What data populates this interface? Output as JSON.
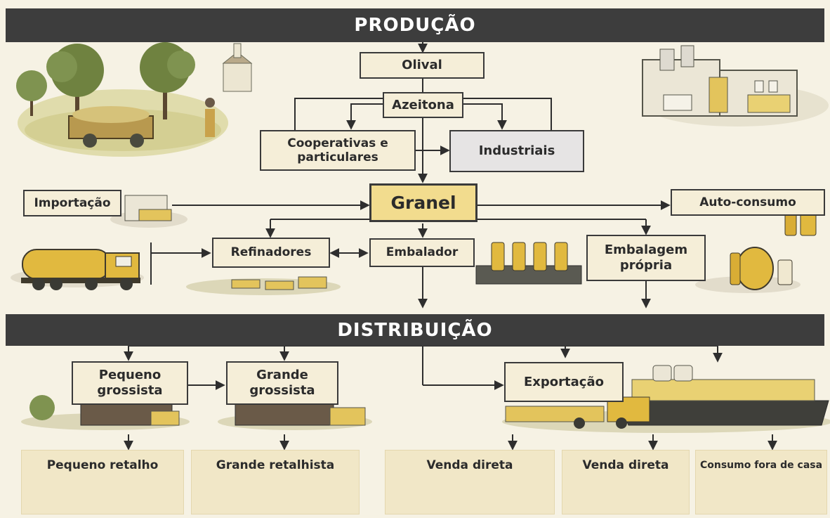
{
  "sections": {
    "production": "PRODUÇÃO",
    "distribution": "DISTRIBUIÇÃO"
  },
  "nodes": {
    "olival": "Olival",
    "azeitona": "Azeitona",
    "cooperativas": "Cooperativas e particulares",
    "industriais": "Industriais",
    "importacao": "Importação",
    "granel": "Granel",
    "auto_consumo": "Auto-consumo",
    "refinadores": "Refinadores",
    "embalador": "Embalador",
    "embalagem_propria": "Embalagem própria",
    "pequeno_grossista": "Pequeno grossista",
    "grande_grossista": "Grande grossista",
    "exportacao": "Exportação"
  },
  "retail": {
    "pequeno_retalho": "Pequeno retalho",
    "grande_retalhista": "Grande retalhista",
    "venda_direta_1": "Venda direta",
    "venda_direta_2": "Venda direta",
    "consumo_fora": "Consumo fora de casa"
  },
  "colors": {
    "banner": "#3d3d3d",
    "box": "#f5eed8",
    "box_gray": "#e6e4e4",
    "box_gold": "#f2dc8e",
    "line": "#2e2e2e",
    "panel": "#f1e7c7"
  }
}
